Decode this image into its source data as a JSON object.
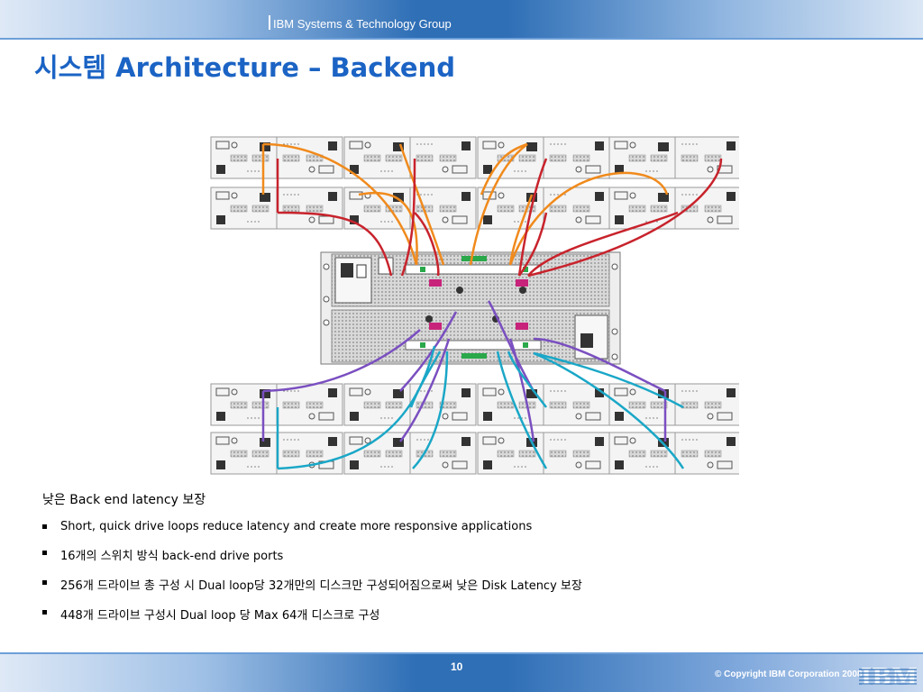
{
  "header": {
    "group_label": "IBM Systems & Technology Group"
  },
  "title": "시스템 Architecture – Backend",
  "notes": {
    "lead": "낮은 Back end latency 보장",
    "bullets": [
      "Short, quick drive loops reduce latency and create more responsive applications",
      "16개의 스위치 방식 back-end drive ports",
      "256개 드라이브 총 구성 시 Dual loop당 32개만의 디스크만 구성되어짐으로써 낮은 Disk Latency 보장",
      "448개 드라이브 구성시 Dual loop 당 Max 64개 디스크로 구성"
    ]
  },
  "footer": {
    "page_number": "10",
    "copyright": "© Copyright IBM Corporation 2008",
    "logo": "IBM"
  },
  "colors": {
    "title": "#1b63c4",
    "cable_orange": "#f08a1c",
    "cable_red": "#c8232c",
    "cable_purple": "#7a4fc0",
    "cable_cyan": "#1aa7c7",
    "enclosure_fill": "#f4f4f4",
    "enclosure_stroke": "#9a9a9a"
  }
}
